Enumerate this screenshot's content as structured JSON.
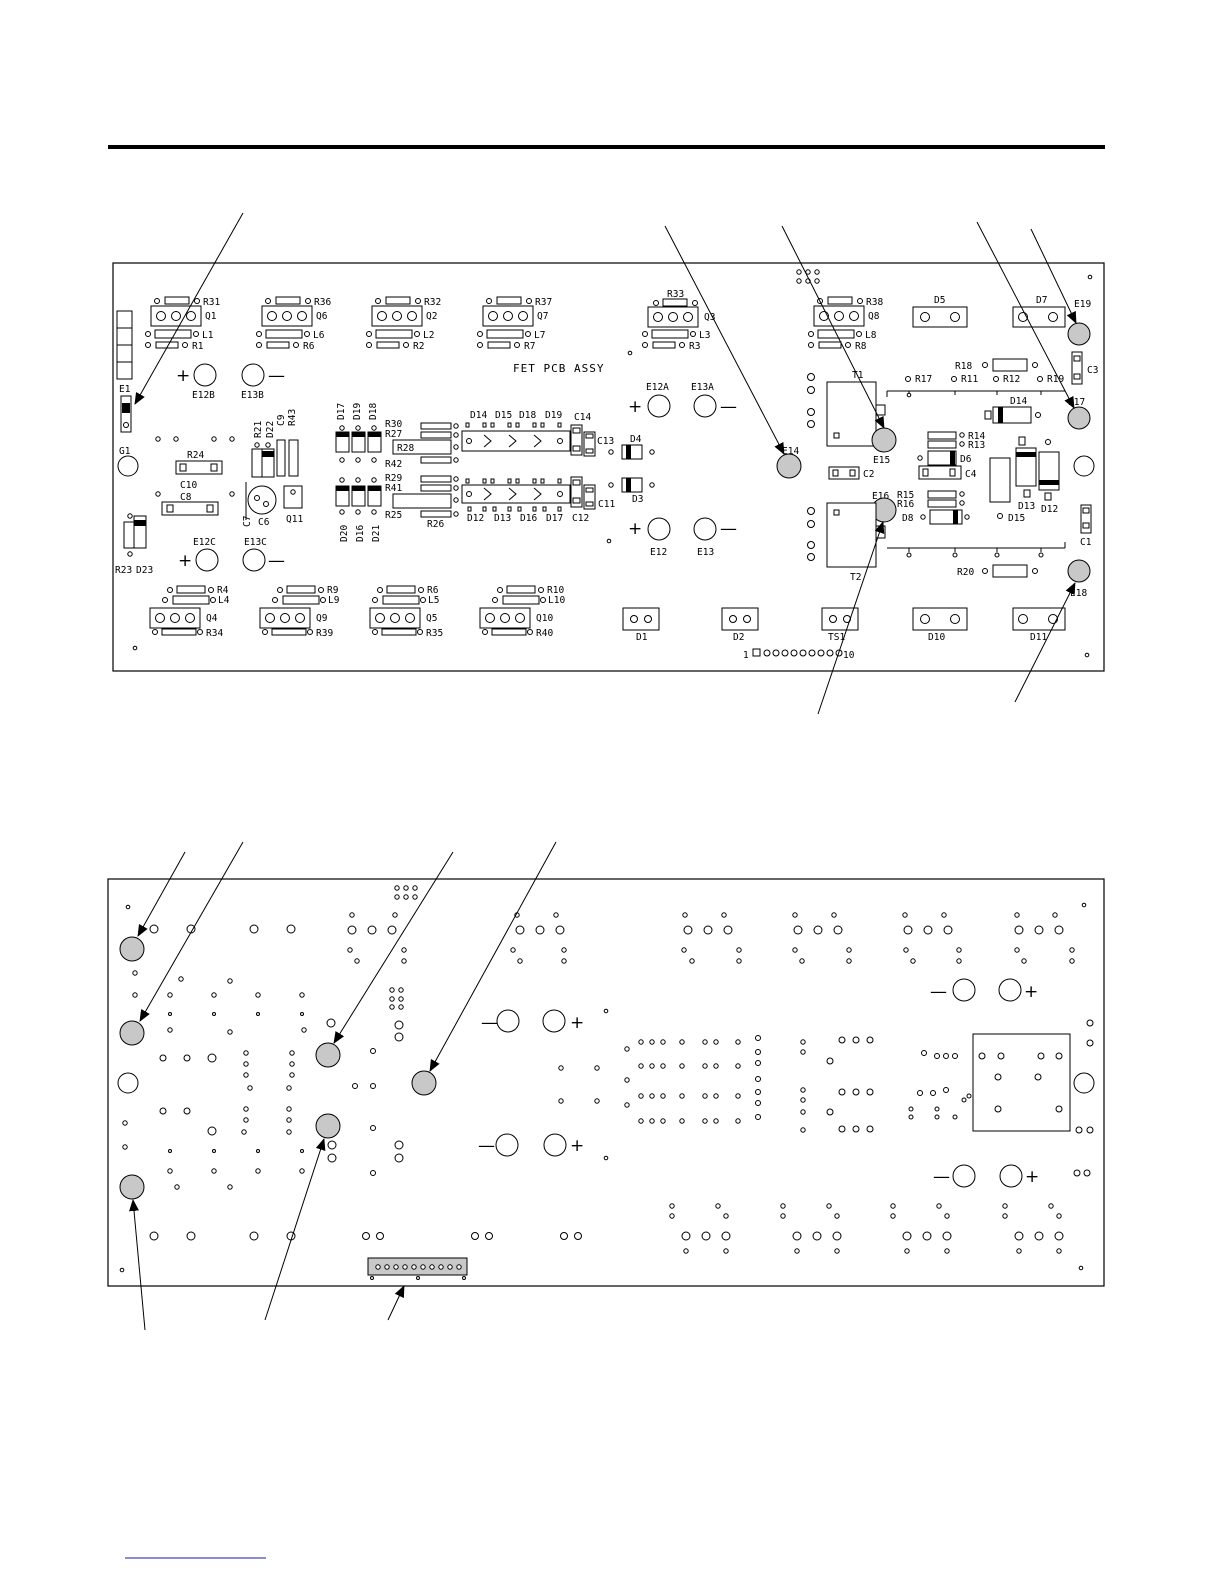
{
  "board_title": "FET PCB ASSY",
  "colors": {
    "test_point_fill": "#c8c8c8",
    "ink": "#000000",
    "paper": "#ffffff"
  },
  "component_side": {
    "labels": [
      "R31",
      "Q1",
      "L1",
      "R1",
      "R36",
      "Q6",
      "L6",
      "R6",
      "R32",
      "Q2",
      "L2",
      "R2",
      "R37",
      "Q7",
      "L7",
      "R7",
      "R33",
      "Q3",
      "L3",
      "R3",
      "R38",
      "Q8",
      "L8",
      "R8",
      "D5",
      "D7",
      "E19",
      "C3",
      "E12B",
      "E13B",
      "E12A",
      "E13A",
      "E1",
      "G1",
      "R24",
      "C10",
      "C8",
      "R21",
      "D22",
      "C9",
      "R43",
      "C7",
      "C6",
      "Q11",
      "R23",
      "D23",
      "E12C",
      "E13C",
      "E12",
      "E13",
      "D17",
      "D19",
      "D18",
      "R30",
      "R27",
      "R28",
      "R42",
      "R29",
      "R41",
      "R25",
      "R26",
      "D20",
      "D16",
      "D21",
      "D14",
      "D15",
      "D18",
      "D19",
      "C14",
      "C13",
      "D4",
      "D3",
      "D12",
      "D13",
      "D16",
      "D17",
      "C12",
      "C11",
      "E14",
      "T1",
      "E15",
      "E16",
      "T2",
      "C2",
      "R17",
      "R11",
      "R12",
      "R19",
      "R18",
      "D14",
      "E17",
      "R14",
      "R13",
      "D6",
      "C4",
      "R15",
      "R16",
      "D8",
      "D13",
      "D12",
      "D15",
      "C1",
      "R20",
      "E18",
      "R4",
      "L4",
      "Q4",
      "R34",
      "R9",
      "L9",
      "Q9",
      "R39",
      "R6",
      "L5",
      "Q5",
      "R35",
      "R10",
      "L10",
      "Q10",
      "R40",
      "D1",
      "D2",
      "TS1",
      "D10",
      "D11",
      "1",
      "10"
    ]
  },
  "solder_side": {
    "labels": []
  }
}
